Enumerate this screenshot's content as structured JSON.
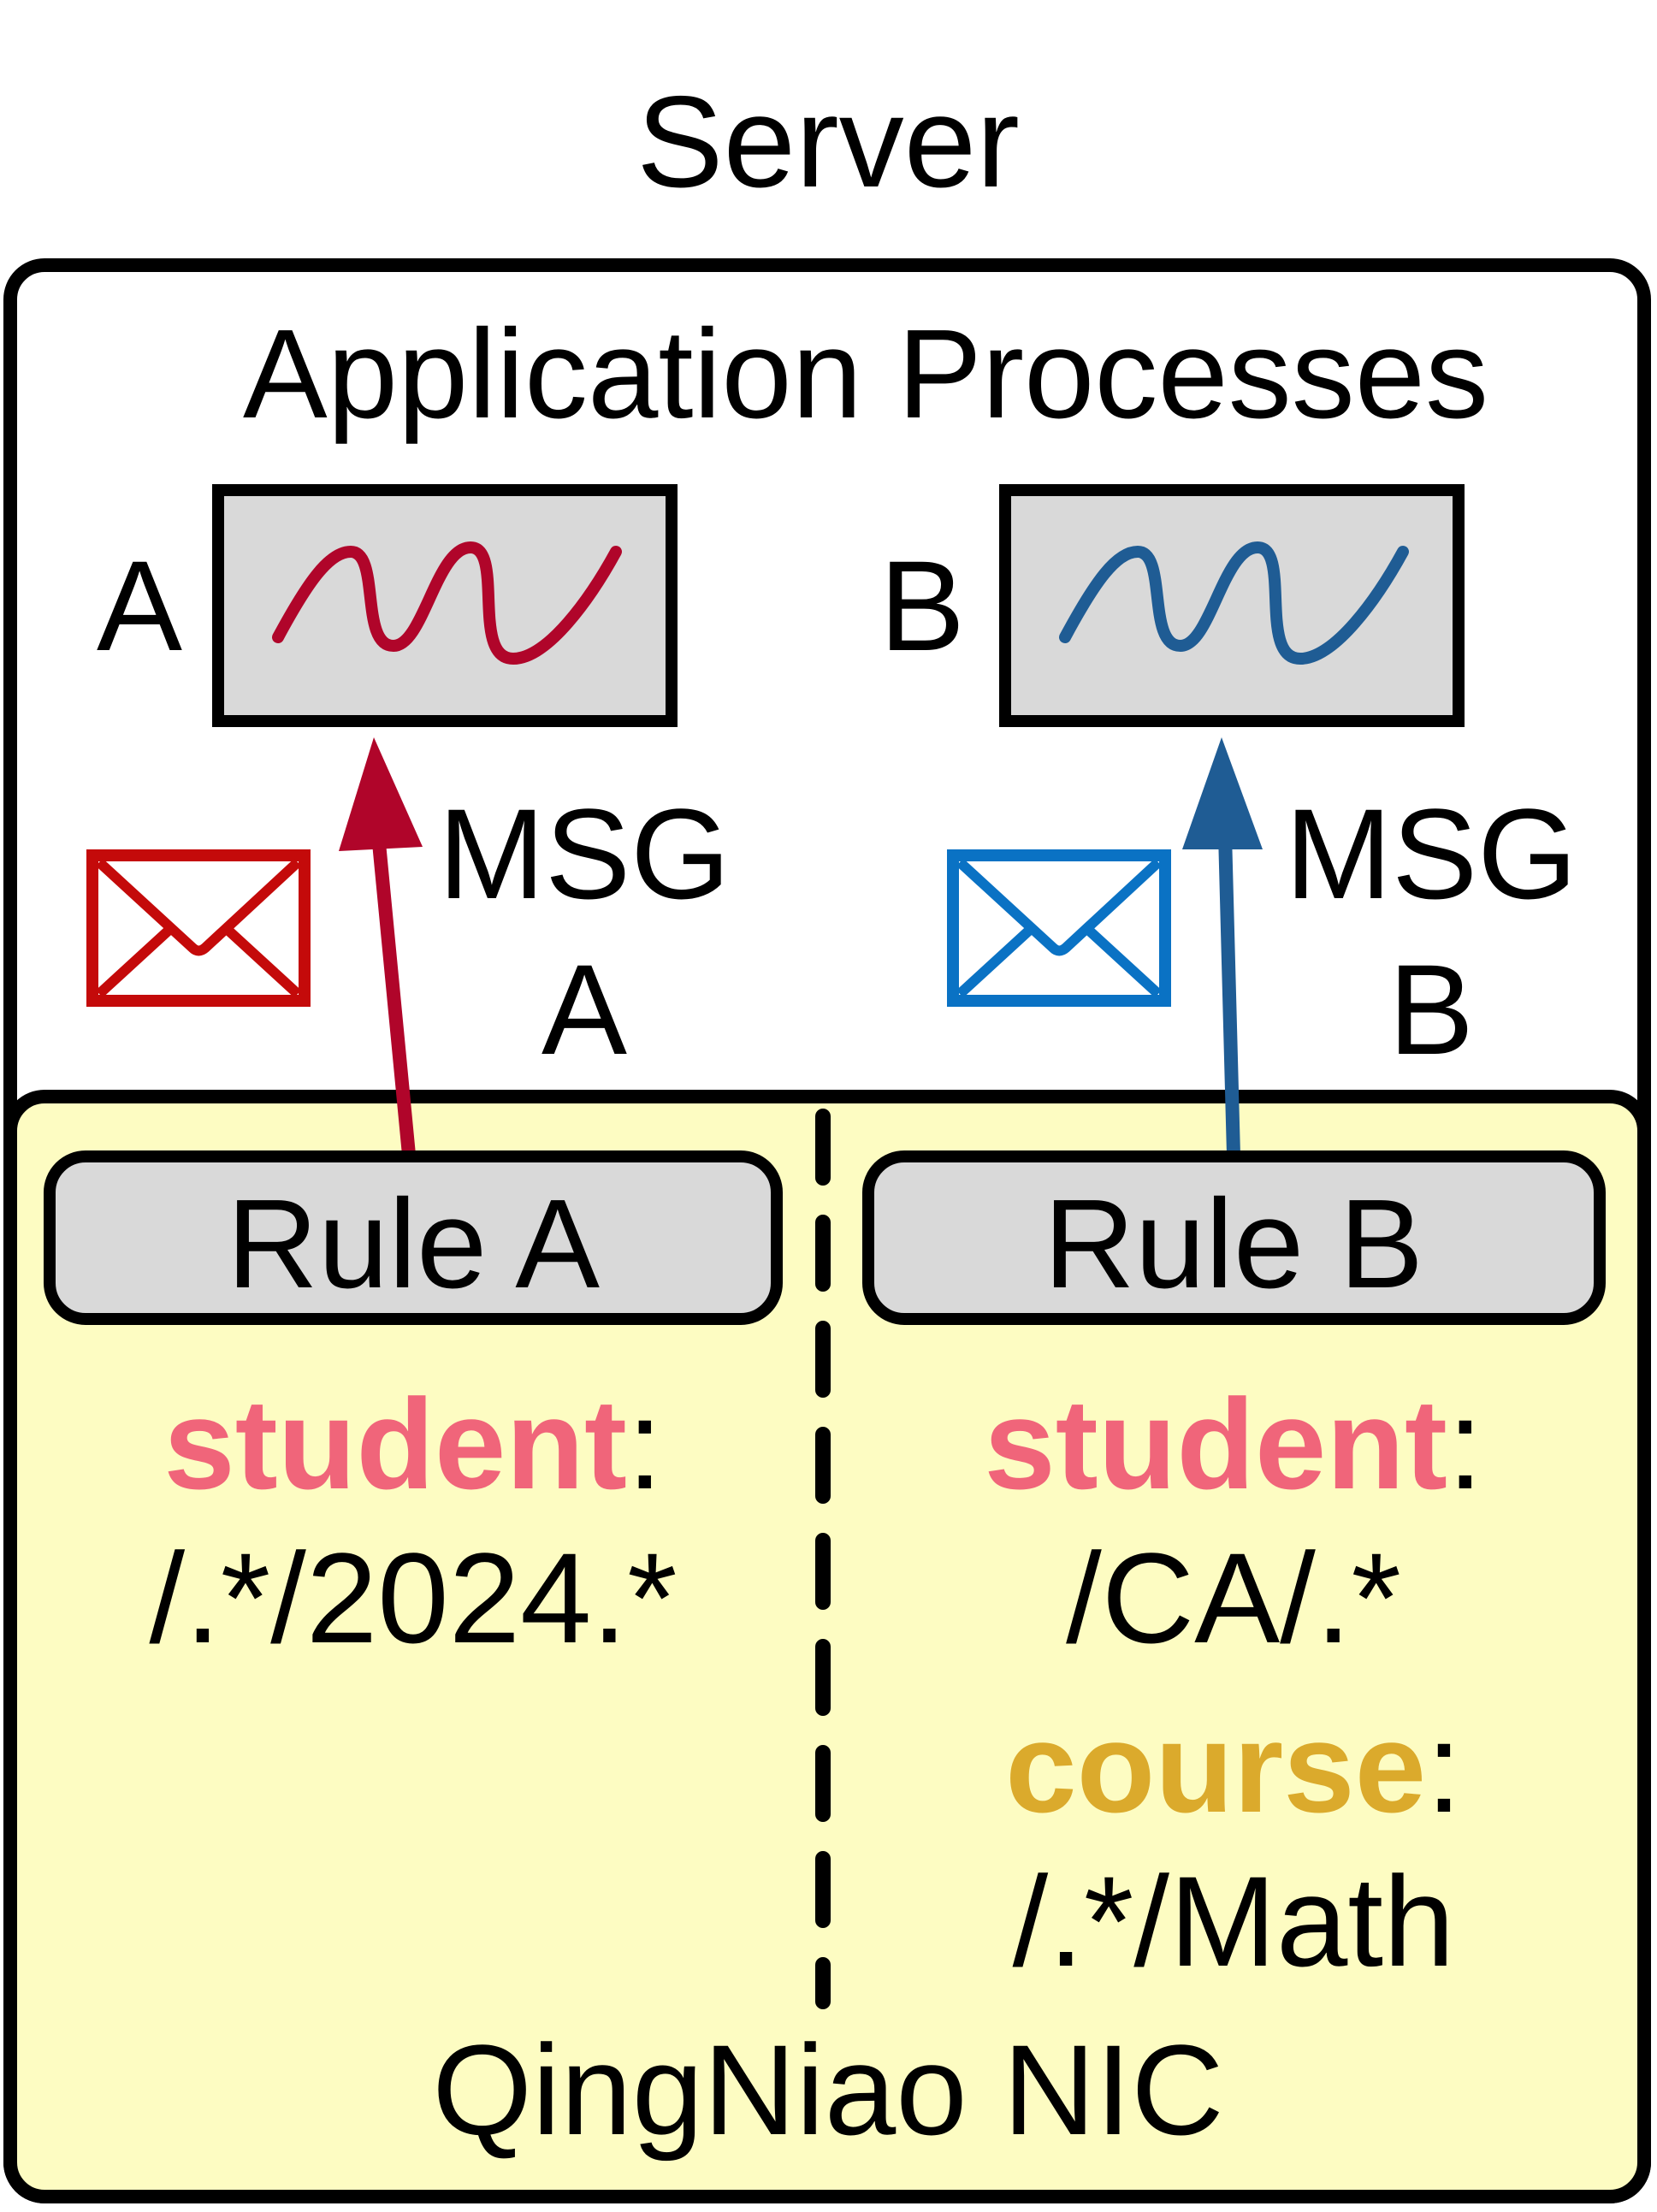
{
  "title": "Server",
  "app_processes_label": "Application Processes",
  "process_a": {
    "label": "A"
  },
  "process_b": {
    "label": "B"
  },
  "msg_a": {
    "line1": "MSG",
    "line2": "A"
  },
  "msg_b": {
    "line1": "MSG",
    "line2": "B"
  },
  "nic_label": "QingNiao NIC",
  "rule_a": {
    "label": "Rule A",
    "field_key": "student",
    "field_colon": ":",
    "field_value": "/.*/2024.*"
  },
  "rule_b": {
    "label": "Rule B",
    "field1_key": "student",
    "field1_colon": ":",
    "field1_value": "/CA/.*",
    "field2_key": "course",
    "field2_colon": ":",
    "field2_value": "/.*/Math"
  },
  "colors": {
    "red": "#B0052A",
    "blue": "#1F5C94",
    "envelope_red": "#C40A0A",
    "envelope_blue": "#0A72C4",
    "student": "#F0657A",
    "course": "#DBAA2C",
    "nic_fill": "#FDFCC2",
    "process_fill": "#D9D9D9"
  }
}
